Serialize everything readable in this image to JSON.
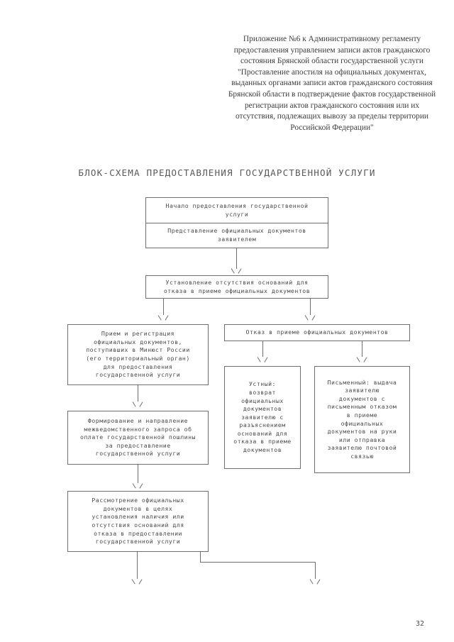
{
  "document": {
    "page_number": "32",
    "header_note_lines": [
      "Приложение №6 к Административному",
      "регламенту предоставления управлением записи",
      "актов гражданского состояния Брянской области",
      "государственной услуги \"Проставление апостиля на",
      "официальных  документах, выданных органами",
      "записи актов гражданского состояния Брянской",
      "области в подтверждение фактов государственной",
      "регистрации актов гражданского состояния или их",
      "отсутствия, подлежащих вывозу за пределы",
      "территории Российской Федерации\""
    ],
    "scheme_title": "БЛОК-СХЕМА ПРЕДОСТАВЛЕНИЯ ГОСУДАРСТВЕННОЙ УСЛУГИ"
  },
  "flowchart": {
    "box_start": {
      "lines": [
        "Начало предоставления государственной",
        "услуги"
      ]
    },
    "box_submission": {
      "lines": [
        "Представление официальных документов",
        "заявителем"
      ]
    },
    "box_check_grounds": {
      "lines": [
        "Установление отсутствия оснований для",
        "отказа в приеме официальных документов"
      ]
    },
    "box_accept_register": {
      "lines": [
        "Прием и регистрация",
        "официальных документов,",
        "поступивших в Минюст России",
        "(его территориальный орган)",
        "для предоставления",
        "государственной услуги"
      ]
    },
    "box_refusal": {
      "lines": [
        "Отказ в приеме официальных документов"
      ]
    },
    "box_oral_refusal": {
      "lines": [
        "Устный:",
        "возврат",
        "официальных",
        "документов",
        "заявителю с",
        "разъяснением",
        "оснований для",
        "отказа в приеме",
        "документов"
      ]
    },
    "box_written_refusal": {
      "lines": [
        "Письменный: выдача",
        "заявителю",
        "документов с",
        "письменным отказом",
        "в приеме",
        "официальных",
        "документов на руки",
        "или отправка",
        "заявителю почтовой",
        "связью"
      ]
    },
    "box_interagency_request": {
      "lines": [
        "Формирование и направление",
        "межведомственного запроса об",
        "оплате государственной пошлины",
        "за предоставление",
        "государственной услуги"
      ]
    },
    "box_review_documents": {
      "lines": [
        "Рассмотрение официальных",
        "документов в целях",
        "установления наличия или",
        "отсутствия оснований для",
        "отказа в предоставлении",
        "государственной услуги"
      ]
    }
  },
  "colors": {
    "ink": "#4a4a4a",
    "line": "#6e6e6e",
    "page_background": "#ffffff"
  }
}
